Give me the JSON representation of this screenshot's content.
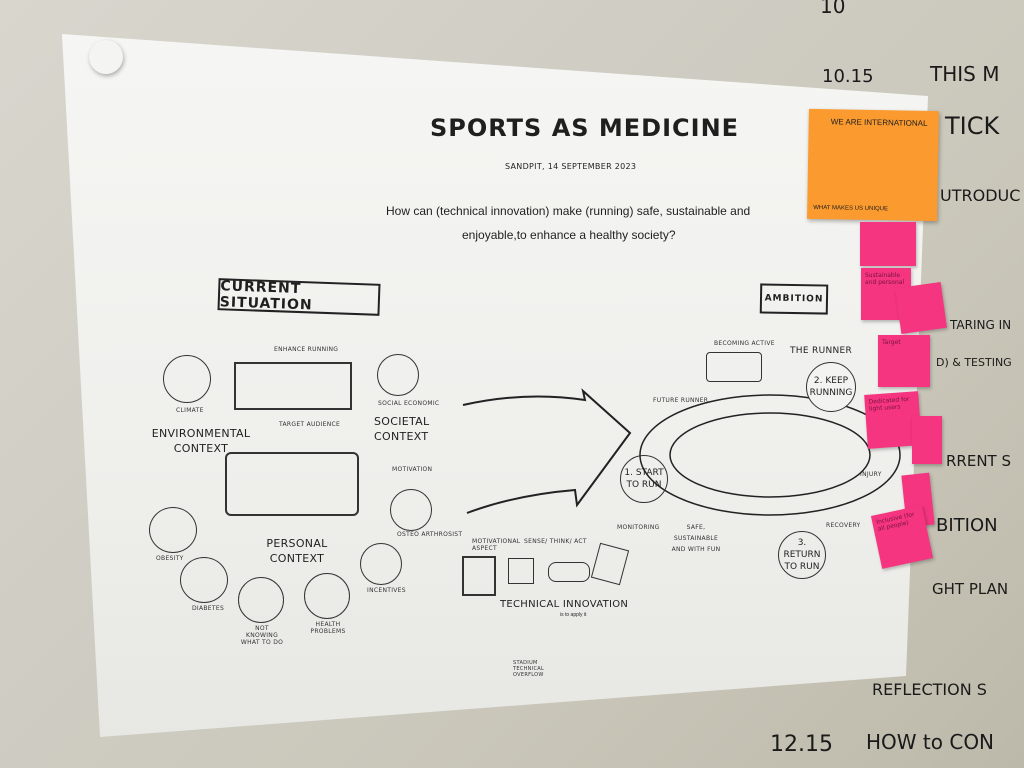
{
  "poster": {
    "title": "SPORTS AS MEDICINE",
    "subtitle": "SANDPIT, 14 SEPTEMBER 2023",
    "question_line1": "How can (technical innovation) make (running) safe, sustainable and",
    "question_line2": "enjoyable,to enhance a healthy society?",
    "current": {
      "banner": "CURRENT SITUATION",
      "enhance_running": "ENHANCE RUNNING",
      "climate": "CLIMATE",
      "target_audience": "TARGET AUDIENCE",
      "environmental_context": "ENVIRONMENTAL CONTEXT",
      "social_economic": "SOCIAL ECONOMIC",
      "societal_context": "SOCIETAL CONTEXT",
      "motivation": "MOTIVATION",
      "obesity": "OBESITY",
      "personal_context": "PERSONAL CONTEXT",
      "osteo": "OSTEO ARTHROSIST",
      "diabetes": "DIABETES",
      "not_knowing": "NOT KNOWING WHAT TO DO",
      "health_problems": "HEALTH PROBLEMS",
      "incentives": "INCENTIVES"
    },
    "ambition": {
      "banner": "AMBITION",
      "becoming_active": "BECOMING ACTIVE",
      "the_runner": "THE RUNNER",
      "future_runner": "FUTURE RUNNER",
      "start": "1. START TO RUN",
      "keep": "2. KEEP RUNNING",
      "injury": "INJURY",
      "recovery": "RECOVERY",
      "return": "3. RETURN TO RUN",
      "safe": "SAFE, SUSTAINABLE AND WITH FUN"
    },
    "technical": {
      "motivational": "MOTIVATIONAL ASPECT",
      "sense": "SENSE/ THINK/ ACT",
      "monitoring": "MONITORING",
      "title": "TECHNICAL INNOVATION",
      "note": "is to apply it",
      "below": "STADIUM TECHNICAL OVERFLOW"
    }
  },
  "stickies": {
    "orange_top": "WE ARE INTERNATIONAL",
    "orange_bottom": "WHAT MAKES US UNIQUE",
    "pink": [
      "Sustainable and personal",
      "Target",
      "Dedicated for light users",
      "Inclusive (for all people)"
    ]
  },
  "whiteboard": [
    "10",
    "10.15",
    "THIS M",
    "TICK",
    "UTRODUC",
    "TARING IN",
    "D) & TESTING",
    "RRENT S",
    "BITION",
    "GHT PLAN",
    "REFLECTION S",
    "12.15",
    "HOW to CON"
  ],
  "colors": {
    "sticky_pink": "#f5357f",
    "sticky_orange": "#fb9a2e"
  }
}
